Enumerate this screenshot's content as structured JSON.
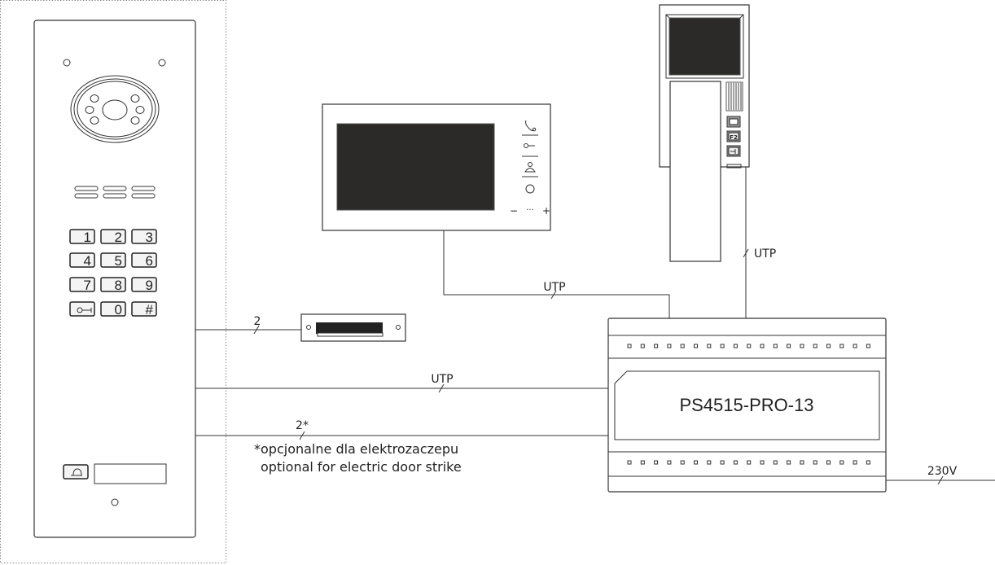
{
  "door_panel": {
    "keypad": [
      "1",
      "2",
      "3",
      "4",
      "5",
      "6",
      "7",
      "8",
      "9",
      "key-icon",
      "0",
      "#"
    ]
  },
  "monitor": {
    "icons": [
      "handset-icon",
      "key-icon",
      "person-icon",
      "circle-button-icon"
    ],
    "volume_controls": [
      "−",
      "···",
      "+"
    ]
  },
  "handset_monitor": {
    "buttons": [
      "monitor-icon",
      "F2",
      "key-icon"
    ]
  },
  "power_supply": {
    "label": "PS4515-PRO-13"
  },
  "wires": {
    "door_strike": "2",
    "panel_to_ps": "UTP",
    "optional": "2*",
    "monitor": "UTP",
    "handset": "UTP",
    "mains": "230V"
  },
  "note": {
    "line1": "*opcjonalne dla elektrozaczepu",
    "line2": "optional for electric door strike"
  },
  "colors": {
    "line": "#333333",
    "screen": "#2b2a28"
  }
}
